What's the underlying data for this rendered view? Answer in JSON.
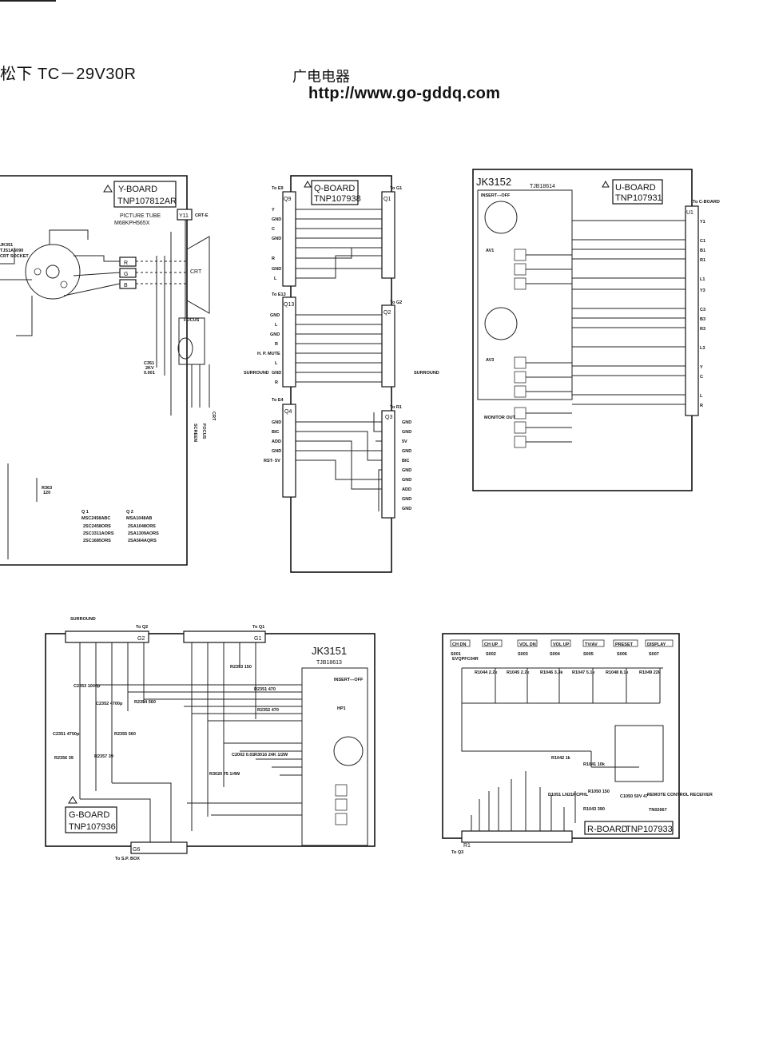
{
  "header": {
    "title": "松下 TC－29V30R",
    "site_name": "广电电器",
    "site_url": "http://www.go-gddq.com"
  },
  "y_board": {
    "name": "Y-BOARD",
    "part": "TNP107812AR",
    "picture_tube_label": "PICTURE TUBE",
    "picture_tube_part": "M68KPH565X",
    "connector": "Y11",
    "connector_note": "CRT-E",
    "crt_label": "CRT",
    "rgb": [
      "R",
      "G",
      "B"
    ],
    "focus_label": "FOCUS",
    "socket_labels": [
      "JK351",
      "TJS1A5090",
      "CRT SOCKET"
    ],
    "cap_label": "C351",
    "cap_values": [
      "2KV",
      "0.001"
    ],
    "resistor_label": "R363",
    "resistor_value": "120",
    "side_labels": [
      "SCREEN",
      "FOCUS",
      "CRT"
    ],
    "transistor_list_1": {
      "title": "Q 1",
      "items": [
        "MSC2458ABC",
        "2SC2458ORS",
        "2SC3311AORS",
        "2SC1685ORS"
      ]
    },
    "transistor_list_2": {
      "title": "Q 2",
      "items": [
        "MSA1048AB",
        "2SA1048ORS",
        "2SA1309AORS",
        "2SA564AQRS"
      ]
    }
  },
  "q_board": {
    "name": "Q-BOARD",
    "part": "TNP107938",
    "to_left": "To E9",
    "to_right": "To G1",
    "conn_left": "Q9",
    "conn_right": "Q1",
    "labels_top": [
      "Y",
      "GND",
      "C",
      "GND",
      "R",
      "GND",
      "L"
    ],
    "to_e13": "To E13",
    "to_g2": "To G2",
    "conn_q13": "Q13",
    "conn_q2": "Q2",
    "labels_mid": [
      "GND",
      "L",
      "GND",
      "R",
      "H. P. MUTE",
      "L",
      "GND",
      "R"
    ],
    "surround_label": "SURROUND",
    "to_e4": "To E4",
    "to_r1": "To R1",
    "conn_q4": "Q4",
    "conn_q3": "Q3",
    "labels_bottom_left": [
      "GND",
      "BIC",
      "ADD",
      "GND",
      "RST- 5V"
    ],
    "labels_bottom_right": [
      "GND",
      "GND",
      "5V",
      "GND",
      "BIC",
      "GND",
      "GND",
      "ADD",
      "GND",
      "GND"
    ]
  },
  "u_board": {
    "jack": "JK3152",
    "jack_part": "TJB18614",
    "name": "U-BOARD",
    "part": "TNP107931",
    "connector": "U1",
    "to_label": "To C-BOARD",
    "insert_note": "INSERT---OFF",
    "groups": [
      "AV1",
      "AV3",
      "MONITOR OUT"
    ],
    "pin_labels": [
      "Y1",
      "C1",
      "B1",
      "R1",
      "L1",
      "Y3",
      "C3",
      "B3",
      "R3",
      "L3",
      "Y",
      "C",
      "L",
      "R"
    ]
  },
  "g_board": {
    "jack": "JK3151",
    "jack_part": "TJB18613",
    "name": "G-BOARD",
    "part": "TNP107936",
    "conn_g2": "G2",
    "conn_g1": "G1",
    "conn_g6": "G6",
    "to_q2": "To Q2",
    "to_q1": "To Q1",
    "to_sp": "To S.P. BOX",
    "surround_label": "SURROUND",
    "insert_note": "INSERT---OFF",
    "hp_label": "HP1",
    "components": [
      "C2353 1000p",
      "C2352 4700p",
      "R2354 560",
      "R2355 560",
      "C2351 4700p",
      "R2356 39",
      "R2357 39",
      "R2353 150",
      "R2351 470",
      "R2352 470",
      "C2002 0.01",
      "R3016 24K 1/2W",
      "R3020 75 1/4W"
    ]
  },
  "r_board": {
    "name": "R-BOARD",
    "part": "TNP107933",
    "connector": "R1",
    "to_label": "To Q3",
    "buttons": [
      "CH DN",
      "CH UP",
      "VOL DN",
      "VOL UP",
      "TV/AV",
      "PRESET",
      "DISPLAY"
    ],
    "switches": [
      "S001",
      "S002",
      "S003",
      "S004",
      "S005",
      "S006",
      "S007"
    ],
    "switch_part": "EVQPFC04R",
    "resistors": [
      "R1044 2.2k",
      "R1045 2.2k",
      "R1046 3.3k",
      "R1047 5.1k",
      "R1048 8.1k",
      "R1049 22k"
    ],
    "r1042": "R1042 1k",
    "r1041": "R1041 10k",
    "led": "D1051 LN21RCPHL",
    "r1050": "R1050 150",
    "r1043": "R1043 390",
    "cap": "C1050 50V 47",
    "remote": "REMOTE CONTROL RECEIVER",
    "remote_part": "TN02667"
  }
}
